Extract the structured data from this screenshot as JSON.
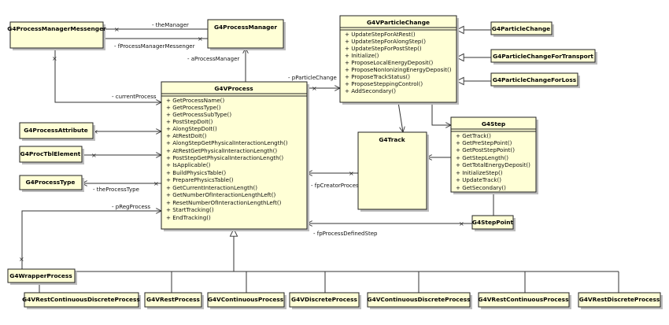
{
  "classes": {
    "messenger": {
      "name": "G4ProcessManagerMessenger"
    },
    "manager": {
      "name": "G4ProcessManager"
    },
    "particle_change": {
      "name": "G4VParticleChange",
      "operations": [
        "+ UpdateStepForAtRest()",
        "+ UpdateStepForAlongStep()",
        "+ UpdateStepForPostStep()",
        "+ Initialize()",
        "+ ProposeLocalEnergyDeposit()",
        "+ ProposeNonIonizingEnergyDeposit()",
        "+ ProposeTrackStatus()",
        "+ ProposeSteppingControl()",
        "+ AddSecondary()"
      ]
    },
    "pc_plain": {
      "name": "G4ParticleChange"
    },
    "pc_transport": {
      "name": "G4ParticleChangeForTransport"
    },
    "pc_loss": {
      "name": "G4ParticleChangeForLoss"
    },
    "process": {
      "name": "G4VProcess",
      "operations": [
        "+ GetProcessName()",
        "+ GetProcessType()",
        "+ GetProcessSubType()",
        "+ PostStepDoIt()",
        "+ AlongStepDoIt()",
        "+ AtRestDoIt()",
        "+ AlongStepGetPhysicalInteractionLength()",
        "+ AtRestGetPhysicalInteractionLength()",
        "+ PostStepGetPhysicalInteractionLength()",
        "+ IsApplicable()",
        "+ BuildPhysicsTable()",
        "+ PreparePhysicsTable()",
        "+ GetCurrentInteractionLength()",
        "+ GetNumberOfInteractionLengthLeft()",
        "+ ResetNumberOfInteractionLengthLeft()",
        "+ StartTracking()",
        "+ EndTracking()"
      ]
    },
    "track": {
      "name": "G4Track"
    },
    "step": {
      "name": "G4Step",
      "operations": [
        "+ GetTrack()",
        "+ GetPreStepPoint()",
        "+ GetPostStepPoint()",
        "+ GetStepLength()",
        "+ GetTotalEnergyDeposit()",
        "+ InitializeStep()",
        "+ UpdateTrack()",
        "+ GetSecondary()"
      ]
    },
    "attribute": {
      "name": "G4ProcessAttribute"
    },
    "tbl_element": {
      "name": "G4ProcTblElement"
    },
    "process_type": {
      "name": "G4ProcessType"
    },
    "step_point": {
      "name": "G4StepPoint"
    },
    "wrapper": {
      "name": "G4WrapperProcess"
    },
    "sub_rcd": {
      "name": "G4VRestContinuousDiscreteProcess"
    },
    "sub_rest": {
      "name": "G4VRestProcess"
    },
    "sub_cont": {
      "name": "G4VContinuousProcess"
    },
    "sub_disc": {
      "name": "G4VDiscreteProcess"
    },
    "sub_cd": {
      "name": "G4VContinuousDiscreteProcess"
    },
    "sub_rc": {
      "name": "G4VRestContinuousProcess"
    },
    "sub_rd": {
      "name": "G4VRestDiscreteProcess"
    }
  },
  "roles": {
    "the_manager": "- theManager",
    "f_messenger": "- fProcessManagerMessenger",
    "a_process_manager": "- aProcessManager",
    "p_particle_change": "- pParticleChange",
    "current_process": "- currentProcess",
    "the_process_type": "- theProcessType",
    "p_reg_process": "- pRegProcess",
    "fp_creator_process": "- fpCreatorProcess",
    "fp_process_defined_step": "- fpProcessDefinedStep"
  }
}
